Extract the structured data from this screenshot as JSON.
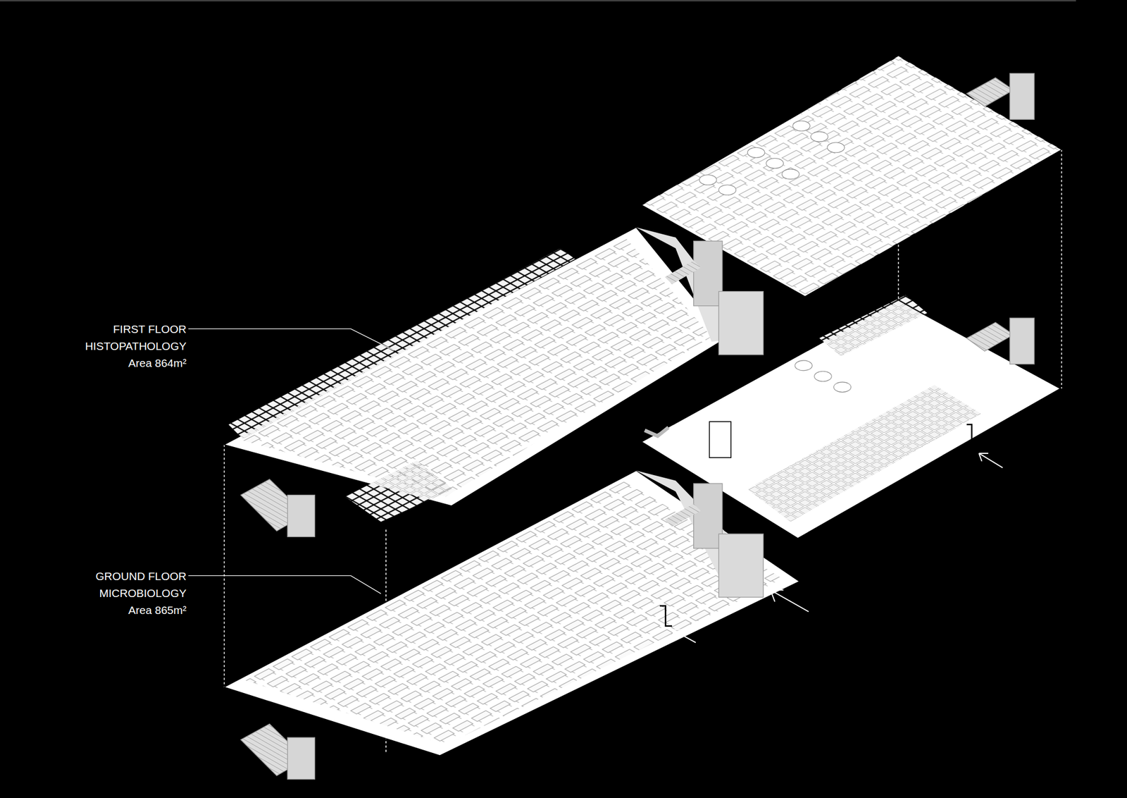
{
  "diagram": {
    "labels": [
      "FIRST FLOOR",
      "HISTOPATHOLOGY",
      "Area 864m²",
      "GROUND FLOOR",
      "MICROBIOLOGY",
      "Area 865m²"
    ]
  }
}
